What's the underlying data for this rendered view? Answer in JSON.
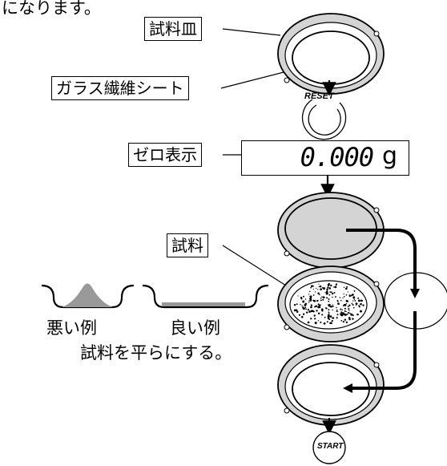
{
  "intro_text": "になります。",
  "labels": {
    "sample_pan": "試料皿",
    "glass_fiber_sheet": "ガラス繊維シート",
    "zero_display": "ゼロ表示",
    "sample": "試料"
  },
  "buttons": {
    "reset": "RESET",
    "start": "START"
  },
  "display": {
    "value": "0.000",
    "unit": "g"
  },
  "examples": {
    "bad": "悪い例",
    "good": "良い例",
    "instruction": "試料を平らにする。"
  },
  "colors": {
    "pan_gray": "#d4d4d4",
    "sample_gray": "#999999",
    "line": "#000000"
  }
}
